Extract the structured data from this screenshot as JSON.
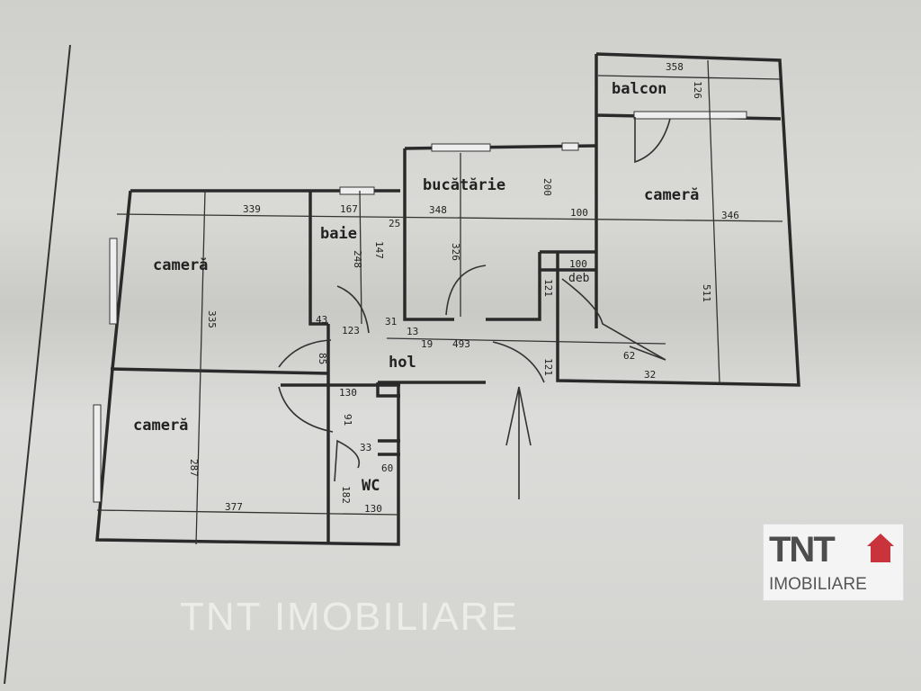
{
  "rooms": {
    "camera_top_left": "cameră",
    "camera_bottom_left": "cameră",
    "camera_right": "cameră",
    "bale": "baie",
    "bucatarie": "bucătărie",
    "balcon": "balcon",
    "hol": "hol",
    "deb": "deb",
    "wc": "WC"
  },
  "dims": {
    "d339": "339",
    "d335": "335",
    "d167": "167",
    "d248": "248",
    "d147": "147",
    "d25": "25",
    "d348": "348",
    "d326": "326",
    "d200": "200",
    "d100a": "100",
    "d346": "346",
    "d358": "358",
    "d126": "126",
    "d100b": "100",
    "d121a": "121",
    "d511": "511",
    "d43": "43",
    "d123": "123",
    "d31": "31",
    "d13": "13",
    "d19": "19",
    "d493": "493",
    "d85": "85",
    "d62": "62",
    "d32": "32",
    "d121b": "121",
    "d130a": "130",
    "d91": "91",
    "d33": "33",
    "d60": "60",
    "d182": "182",
    "d130b": "130",
    "d287": "287",
    "d377": "377"
  },
  "watermark": "TNT IMOBILIARE",
  "logo": {
    "brand": "TNT",
    "sub": "IMOBILIARE"
  }
}
